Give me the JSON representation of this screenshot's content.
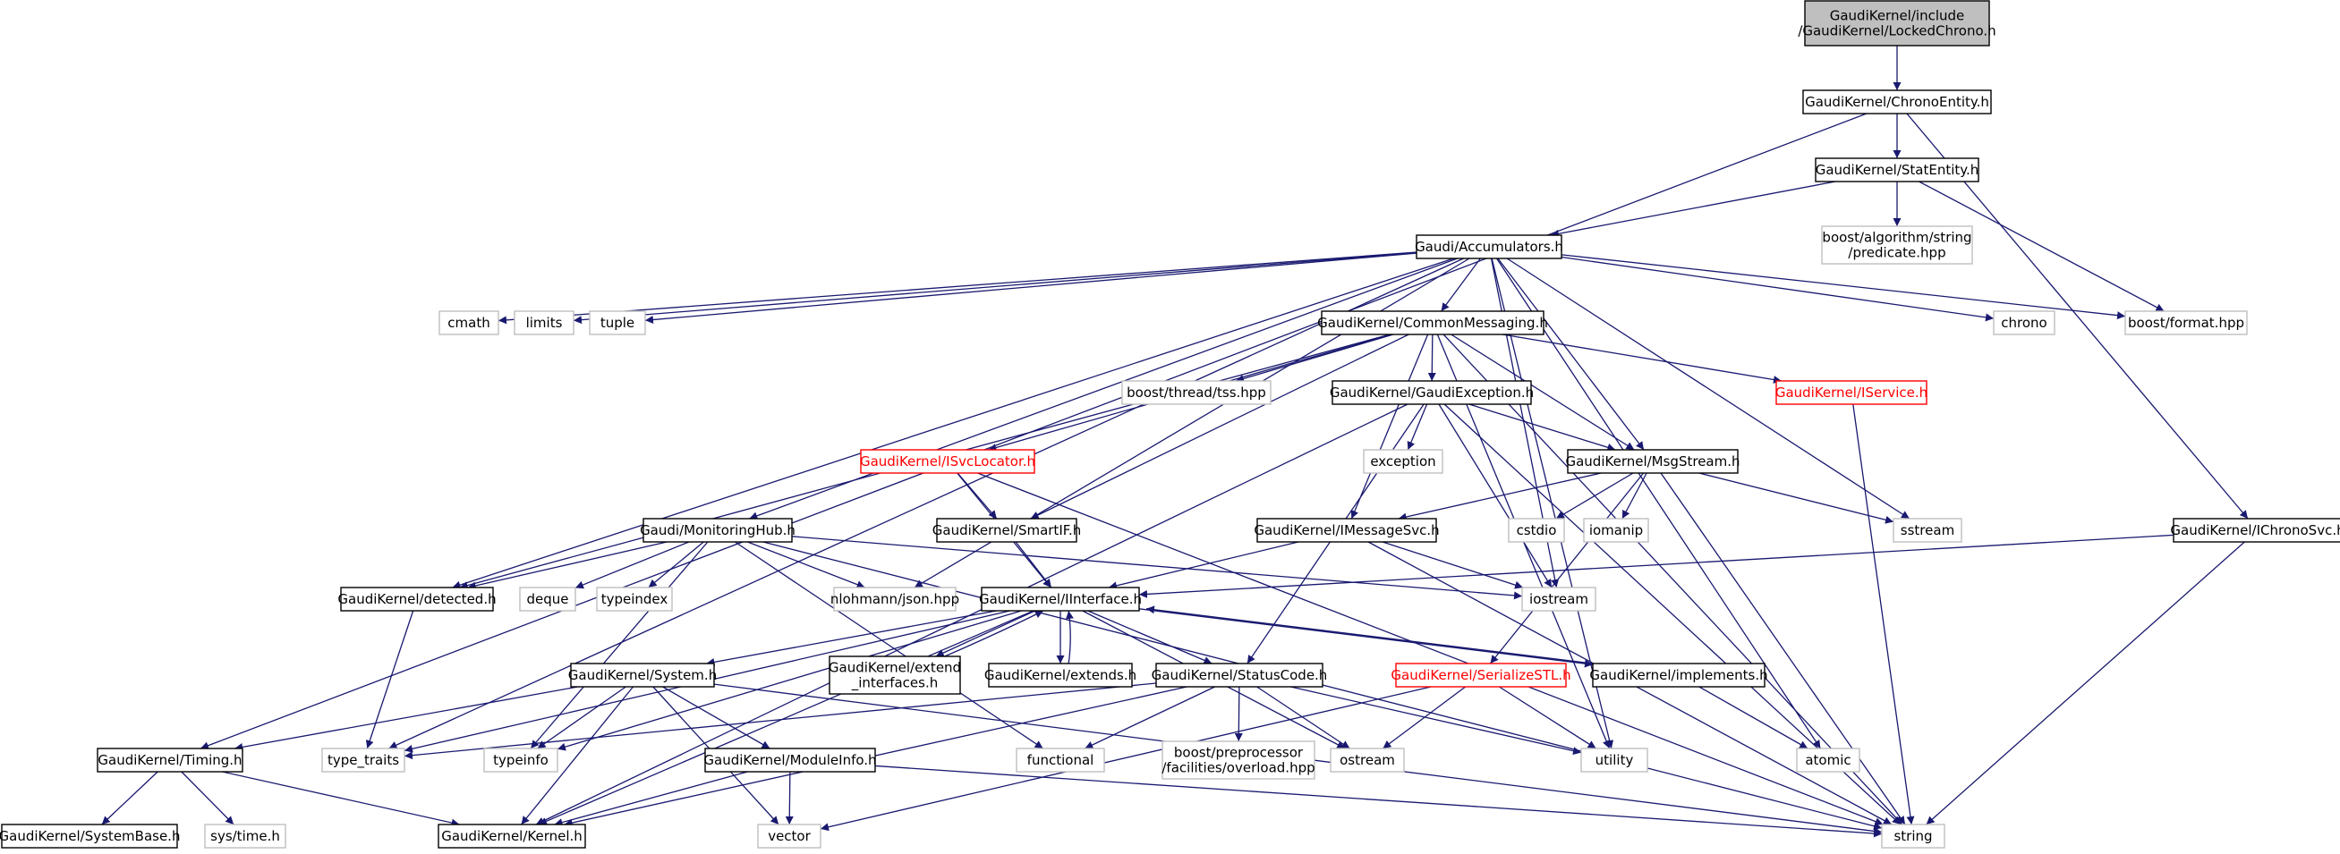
{
  "colors": {
    "edge": "#191970",
    "root_fill": "#bfbfbf",
    "node_border": "#000000",
    "linked_border": "#000000",
    "external_border": "#bfbfbf",
    "incomplete_border": "#ff0000",
    "incomplete_text": "#ff0000",
    "text": "#000000",
    "external_text": "#000000"
  },
  "nodes": [
    {
      "id": "root",
      "lines": [
        "GaudiKernel/include",
        "/GaudiKernel/LockedChrono.h"
      ],
      "kind": "root"
    },
    {
      "id": "chronoentity",
      "lines": [
        "GaudiKernel/ChronoEntity.h"
      ],
      "kind": "linked"
    },
    {
      "id": "statentity",
      "lines": [
        "GaudiKernel/StatEntity.h"
      ],
      "kind": "linked"
    },
    {
      "id": "boostalg",
      "lines": [
        "boost/algorithm/string",
        "/predicate.hpp"
      ],
      "kind": "external"
    },
    {
      "id": "accumulators",
      "lines": [
        "Gaudi/Accumulators.h"
      ],
      "kind": "linked"
    },
    {
      "id": "cmath",
      "lines": [
        "cmath"
      ],
      "kind": "external"
    },
    {
      "id": "limits",
      "lines": [
        "limits"
      ],
      "kind": "external"
    },
    {
      "id": "tuple",
      "lines": [
        "tuple"
      ],
      "kind": "external"
    },
    {
      "id": "commonmessaging",
      "lines": [
        "GaudiKernel/CommonMessaging.h"
      ],
      "kind": "linked"
    },
    {
      "id": "chrono",
      "lines": [
        "chrono"
      ],
      "kind": "external"
    },
    {
      "id": "boostformat",
      "lines": [
        "boost/format.hpp"
      ],
      "kind": "external"
    },
    {
      "id": "boostthread",
      "lines": [
        "boost/thread/tss.hpp"
      ],
      "kind": "external"
    },
    {
      "id": "gaudiexception",
      "lines": [
        "GaudiKernel/GaudiException.h"
      ],
      "kind": "linked"
    },
    {
      "id": "iservice",
      "lines": [
        "GaudiKernel/IService.h"
      ],
      "kind": "incomplete"
    },
    {
      "id": "isvclocator",
      "lines": [
        "GaudiKernel/ISvcLocator.h"
      ],
      "kind": "incomplete"
    },
    {
      "id": "exception",
      "lines": [
        "exception"
      ],
      "kind": "external"
    },
    {
      "id": "msgstream",
      "lines": [
        "GaudiKernel/MsgStream.h"
      ],
      "kind": "linked"
    },
    {
      "id": "monitoringhub",
      "lines": [
        "Gaudi/MonitoringHub.h"
      ],
      "kind": "linked"
    },
    {
      "id": "smartif",
      "lines": [
        "GaudiKernel/SmartIF.h"
      ],
      "kind": "linked"
    },
    {
      "id": "imessagesvc",
      "lines": [
        "GaudiKernel/IMessageSvc.h"
      ],
      "kind": "linked"
    },
    {
      "id": "cstdio",
      "lines": [
        "cstdio"
      ],
      "kind": "external"
    },
    {
      "id": "iomanip",
      "lines": [
        "iomanip"
      ],
      "kind": "external"
    },
    {
      "id": "sstream",
      "lines": [
        "sstream"
      ],
      "kind": "external"
    },
    {
      "id": "ichronosvc",
      "lines": [
        "GaudiKernel/IChronoSvc.h"
      ],
      "kind": "linked"
    },
    {
      "id": "detected",
      "lines": [
        "GaudiKernel/detected.h"
      ],
      "kind": "linked"
    },
    {
      "id": "deque",
      "lines": [
        "deque"
      ],
      "kind": "external"
    },
    {
      "id": "typeindex",
      "lines": [
        "typeindex"
      ],
      "kind": "external"
    },
    {
      "id": "nlohmann",
      "lines": [
        "nlohmann/json.hpp"
      ],
      "kind": "external"
    },
    {
      "id": "iinterface",
      "lines": [
        "GaudiKernel/IInterface.h"
      ],
      "kind": "linked"
    },
    {
      "id": "iostream",
      "lines": [
        "iostream"
      ],
      "kind": "external"
    },
    {
      "id": "extendinterfaces",
      "lines": [
        "GaudiKernel/extend",
        "_interfaces.h"
      ],
      "kind": "linked"
    },
    {
      "id": "extends",
      "lines": [
        "GaudiKernel/extends.h"
      ],
      "kind": "linked"
    },
    {
      "id": "system",
      "lines": [
        "GaudiKernel/System.h"
      ],
      "kind": "linked"
    },
    {
      "id": "statuscode",
      "lines": [
        "GaudiKernel/StatusCode.h"
      ],
      "kind": "linked"
    },
    {
      "id": "serializestl",
      "lines": [
        "GaudiKernel/SerializeSTL.h"
      ],
      "kind": "incomplete"
    },
    {
      "id": "implements",
      "lines": [
        "GaudiKernel/implements.h"
      ],
      "kind": "linked"
    },
    {
      "id": "timing",
      "lines": [
        "GaudiKernel/Timing.h"
      ],
      "kind": "linked"
    },
    {
      "id": "typetraits",
      "lines": [
        "type_traits"
      ],
      "kind": "external"
    },
    {
      "id": "typeinfo",
      "lines": [
        "typeinfo"
      ],
      "kind": "external"
    },
    {
      "id": "moduleinfo",
      "lines": [
        "GaudiKernel/ModuleInfo.h"
      ],
      "kind": "linked"
    },
    {
      "id": "functional",
      "lines": [
        "functional"
      ],
      "kind": "external"
    },
    {
      "id": "boostpp",
      "lines": [
        "boost/preprocessor",
        "/facilities/overload.hpp"
      ],
      "kind": "external"
    },
    {
      "id": "ostream",
      "lines": [
        "ostream"
      ],
      "kind": "external"
    },
    {
      "id": "utility",
      "lines": [
        "utility"
      ],
      "kind": "external"
    },
    {
      "id": "atomic",
      "lines": [
        "atomic"
      ],
      "kind": "external"
    },
    {
      "id": "systembase",
      "lines": [
        "GaudiKernel/SystemBase.h"
      ],
      "kind": "linked"
    },
    {
      "id": "systime",
      "lines": [
        "sys/time.h"
      ],
      "kind": "external"
    },
    {
      "id": "kernel",
      "lines": [
        "GaudiKernel/Kernel.h"
      ],
      "kind": "linked"
    },
    {
      "id": "vector",
      "lines": [
        "vector"
      ],
      "kind": "external"
    },
    {
      "id": "string",
      "lines": [
        "string"
      ],
      "kind": "external"
    }
  ],
  "edges": [
    [
      "root",
      "chronoentity"
    ],
    [
      "chronoentity",
      "statentity"
    ],
    [
      "chronoentity",
      "timing"
    ],
    [
      "chronoentity",
      "ichronosvc"
    ],
    [
      "statentity",
      "accumulators"
    ],
    [
      "statentity",
      "boostalg"
    ],
    [
      "statentity",
      "boostformat"
    ],
    [
      "accumulators",
      "cmath"
    ],
    [
      "accumulators",
      "limits"
    ],
    [
      "accumulators",
      "tuple"
    ],
    [
      "accumulators",
      "commonmessaging"
    ],
    [
      "accumulators",
      "chrono"
    ],
    [
      "accumulators",
      "boostformat"
    ],
    [
      "accumulators",
      "detected"
    ],
    [
      "accumulators",
      "monitoringhub"
    ],
    [
      "accumulators",
      "nlohmann"
    ],
    [
      "accumulators",
      "iostream"
    ],
    [
      "accumulators",
      "msgstream"
    ],
    [
      "accumulators",
      "sstream"
    ],
    [
      "accumulators",
      "typetraits"
    ],
    [
      "accumulators",
      "utility"
    ],
    [
      "accumulators",
      "atomic"
    ],
    [
      "commonmessaging",
      "boostthread"
    ],
    [
      "commonmessaging",
      "gaudiexception"
    ],
    [
      "commonmessaging",
      "iservice"
    ],
    [
      "commonmessaging",
      "isvclocator"
    ],
    [
      "commonmessaging",
      "smartif"
    ],
    [
      "commonmessaging",
      "msgstream"
    ],
    [
      "commonmessaging",
      "imessagesvc"
    ],
    [
      "commonmessaging",
      "detected"
    ],
    [
      "commonmessaging",
      "string"
    ],
    [
      "commonmessaging",
      "utility"
    ],
    [
      "gaudiexception",
      "exception"
    ],
    [
      "gaudiexception",
      "msgstream"
    ],
    [
      "gaudiexception",
      "statuscode"
    ],
    [
      "gaudiexception",
      "iostream"
    ],
    [
      "gaudiexception",
      "string"
    ],
    [
      "gaudiexception",
      "kernel"
    ],
    [
      "iservice",
      "string"
    ],
    [
      "isvclocator",
      "smartif"
    ],
    [
      "isvclocator",
      "iinterface"
    ],
    [
      "isvclocator",
      "string"
    ],
    [
      "smartif",
      "iinterface"
    ],
    [
      "msgstream",
      "imessagesvc"
    ],
    [
      "msgstream",
      "cstdio"
    ],
    [
      "msgstream",
      "iomanip"
    ],
    [
      "msgstream",
      "sstream"
    ],
    [
      "msgstream",
      "string"
    ],
    [
      "msgstream",
      "serializestl"
    ],
    [
      "imessagesvc",
      "iinterface"
    ],
    [
      "imessagesvc",
      "iostream"
    ],
    [
      "imessagesvc",
      "string"
    ],
    [
      "monitoringhub",
      "detected"
    ],
    [
      "monitoringhub",
      "deque"
    ],
    [
      "monitoringhub",
      "typeindex"
    ],
    [
      "monitoringhub",
      "nlohmann"
    ],
    [
      "monitoringhub",
      "iostream"
    ],
    [
      "monitoringhub",
      "typeinfo"
    ],
    [
      "monitoringhub",
      "functional"
    ],
    [
      "monitoringhub",
      "string"
    ],
    [
      "ichronosvc",
      "iinterface"
    ],
    [
      "ichronosvc",
      "string"
    ],
    [
      "detected",
      "typetraits"
    ],
    [
      "iinterface",
      "extendinterfaces"
    ],
    [
      "iinterface",
      "extends"
    ],
    [
      "iinterface",
      "system"
    ],
    [
      "iinterface",
      "statuscode"
    ],
    [
      "iinterface",
      "implements"
    ],
    [
      "iinterface",
      "typetraits"
    ],
    [
      "iinterface",
      "typeinfo"
    ],
    [
      "iinterface",
      "ostream"
    ],
    [
      "iinterface",
      "kernel"
    ],
    [
      "extendinterfaces",
      "iinterface"
    ],
    [
      "extends",
      "iinterface"
    ],
    [
      "implements",
      "iinterface"
    ],
    [
      "implements",
      "atomic"
    ],
    [
      "system",
      "timing"
    ],
    [
      "system",
      "typeinfo"
    ],
    [
      "system",
      "moduleinfo"
    ],
    [
      "system",
      "kernel"
    ],
    [
      "system",
      "vector"
    ],
    [
      "system",
      "string"
    ],
    [
      "statuscode",
      "typetraits"
    ],
    [
      "statuscode",
      "functional"
    ],
    [
      "statuscode",
      "boostpp"
    ],
    [
      "statuscode",
      "ostream"
    ],
    [
      "statuscode",
      "utility"
    ],
    [
      "statuscode",
      "kernel"
    ],
    [
      "serializestl",
      "ostream"
    ],
    [
      "serializestl",
      "utility"
    ],
    [
      "serializestl",
      "vector"
    ],
    [
      "timing",
      "systembase"
    ],
    [
      "timing",
      "systime"
    ],
    [
      "timing",
      "kernel"
    ],
    [
      "moduleinfo",
      "kernel"
    ],
    [
      "moduleinfo",
      "vector"
    ],
    [
      "moduleinfo",
      "string"
    ]
  ]
}
